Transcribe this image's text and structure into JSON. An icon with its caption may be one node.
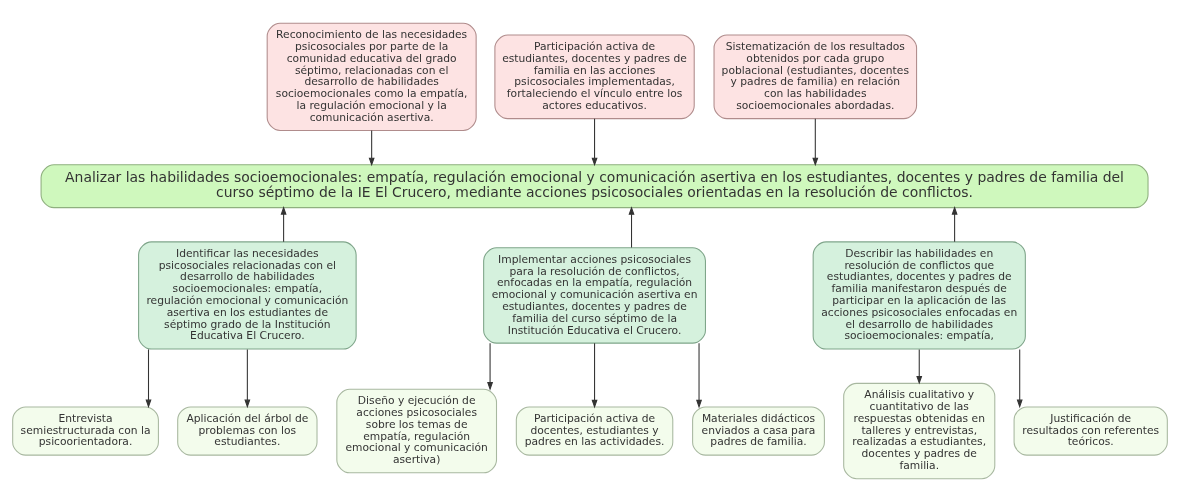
{
  "diagram": {
    "nodes": [
      {
        "text": [
          "Reconocimiento de las necesidades psicosociales por parte de la comunidad educativa del grado séptimo, relacionadas con el desarrollo de habilidades socioemocionales como la empatía, la regulación emocional y la comunicación asertiva."
        ]
      },
      {
        "text": [
          "Participación activa de estudiantes, docentes y padres de familia en las acciones psicosociales implementadas, fortaleciendo el vínculo entre los actores educativos."
        ]
      },
      {
        "text": [
          "Sistematización de los resultados obtenidos por cada grupo poblacional (estudiantes, docentes y padres de familia) en relación con las habilidades socioemocionales abordadas."
        ]
      },
      {
        "text": [
          "Analizar las habilidades socioemocionales: empatía, regulación emocional y comunicación asertiva en los estudiantes, docentes y padres de familia del curso séptimo de la IE El Crucero, mediante acciones psicosociales orientadas en la resolución de conflictos."
        ]
      },
      {
        "text": [
          "Identificar las necesidades psicosociales relacionadas con el desarrollo de habilidades socioemocionales: empatía, regulación emocional y comunicación asertiva en los estudiantes de séptimo grado de la Institución Educativa El Crucero."
        ]
      },
      {
        "text": [
          "Implementar acciones psicosociales para la resolución de conflictos, enfocadas en la empatía, regulación emocional y comunicación asertiva en estudiantes, docentes y padres de familia del curso séptimo de la Institución Educativa el Crucero."
        ]
      },
      {
        "text": [
          "Describir las habilidades en resolución de conflictos que estudiantes, docentes y padres de familia manifestaron después de participar en la aplicación de las acciones psicosociales enfocadas en el desarrollo de habilidades socioemocionales: empatía,"
        ]
      },
      {
        "text": [
          "Entrevista semiestructurada con la psicoorientadora."
        ]
      },
      {
        "text": [
          "Aplicación del árbol de problemas con los estudiantes."
        ]
      },
      {
        "text": [
          "Diseño y ejecución de acciones psicosociales sobre los temas de empatía, regulación emocional y comunicación asertiva)"
        ]
      },
      {
        "text": [
          "Participación activa de docentes, estudiantes y padres en las actividades."
        ]
      },
      {
        "text": [
          "Materiales didácticos enviados a casa para padres de familia."
        ]
      },
      {
        "text": [
          "Análisis cualitativo y cuantitativo de las respuestas obtenidas en talleres y entrevistas, realizadas a estudiantes, docentes y padres de familia."
        ]
      },
      {
        "text": [
          "Justificación de resultados con referentes teóricos."
        ]
      }
    ],
    "edges": [
      {
        "from": 0,
        "to": 3,
        "arrow": "to"
      },
      {
        "from": 1,
        "to": 3,
        "arrow": "to"
      },
      {
        "from": 2,
        "to": 3,
        "arrow": "to"
      },
      {
        "from": 4,
        "to": 3,
        "arrow": "to"
      },
      {
        "from": 5,
        "to": 3,
        "arrow": "to"
      },
      {
        "from": 6,
        "to": 3,
        "arrow": "to"
      },
      {
        "from": 4,
        "to": 7,
        "arrow": "to"
      },
      {
        "from": 4,
        "to": 8,
        "arrow": "to"
      },
      {
        "from": 5,
        "to": 9,
        "arrow": "to"
      },
      {
        "from": 5,
        "to": 10,
        "arrow": "to"
      },
      {
        "from": 5,
        "to": 11,
        "arrow": "to"
      },
      {
        "from": 6,
        "to": 12,
        "arrow": "to"
      },
      {
        "from": 6,
        "to": 13,
        "arrow": "to"
      }
    ]
  }
}
